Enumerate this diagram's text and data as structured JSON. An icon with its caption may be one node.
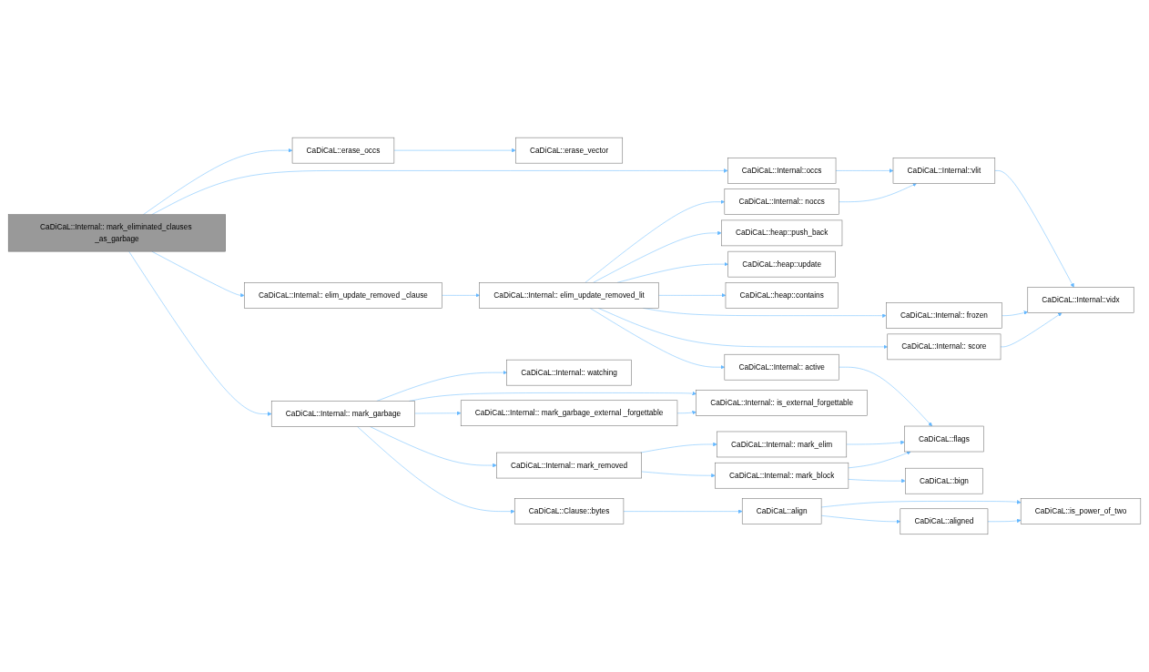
{
  "diagram": {
    "nodes": [
      {
        "text": [
          "CaDiCaL::Internal:: mark_eliminated_clauses _as_garbage"
        ]
      },
      {
        "text": [
          "CaDiCaL::Internal::occs"
        ]
      },
      {
        "text": [
          "CaDiCaL::erase_occs"
        ]
      },
      {
        "text": [
          "CaDiCaL::Internal:: elim_update_removed _clause"
        ]
      },
      {
        "text": [
          "CaDiCaL::Internal:: mark_garbage"
        ]
      },
      {
        "text": [
          "CaDiCaL::Internal::vlit"
        ]
      },
      {
        "text": [
          "CaDiCaL::erase_vector"
        ]
      },
      {
        "text": [
          "CaDiCaL::Internal:: elim_update_removed_lit"
        ]
      },
      {
        "text": [
          "CaDiCaL::Internal:: noccs"
        ]
      },
      {
        "text": [
          "CaDiCaL::heap::push_back"
        ]
      },
      {
        "text": [
          "CaDiCaL::Internal:: frozen"
        ]
      },
      {
        "text": [
          "CaDiCaL::heap::update"
        ]
      },
      {
        "text": [
          "CaDiCaL::Internal:: score"
        ]
      },
      {
        "text": [
          "CaDiCaL::heap::contains"
        ]
      },
      {
        "text": [
          "CaDiCaL::Internal:: active"
        ]
      },
      {
        "text": [
          "CaDiCaL::Internal::vidx"
        ]
      },
      {
        "text": [
          "CaDiCaL::flags"
        ]
      },
      {
        "text": [
          "CaDiCaL::Internal:: mark_removed"
        ]
      },
      {
        "text": [
          "CaDiCaL::Internal:: watching"
        ]
      },
      {
        "text": [
          "CaDiCaL::Internal:: mark_elim"
        ]
      },
      {
        "text": [
          "CaDiCaL::Internal:: mark_block"
        ]
      },
      {
        "text": [
          "CaDiCaL::bign"
        ]
      },
      {
        "text": [
          "CaDiCaL::Internal:: is_external_forgettable"
        ]
      },
      {
        "text": [
          "CaDiCaL::Internal:: mark_garbage_external _forgettable"
        ]
      },
      {
        "text": [
          "CaDiCaL::Clause::bytes"
        ]
      },
      {
        "text": [
          "CaDiCaL::align"
        ]
      },
      {
        "text": [
          "CaDiCaL::aligned"
        ]
      },
      {
        "text": [
          "CaDiCaL::is_power_of_two"
        ]
      }
    ],
    "edges": [
      {
        "from": 0,
        "to": 1,
        "arrow": "to"
      },
      {
        "from": 0,
        "to": 2,
        "arrow": "to"
      },
      {
        "from": 0,
        "to": 3,
        "arrow": "to"
      },
      {
        "from": 0,
        "to": 4,
        "arrow": "to"
      },
      {
        "from": 1,
        "to": 5,
        "arrow": "to"
      },
      {
        "from": 2,
        "to": 6,
        "arrow": "to"
      },
      {
        "from": 3,
        "to": 7,
        "arrow": "to"
      },
      {
        "from": 7,
        "to": 8,
        "arrow": "to"
      },
      {
        "from": 7,
        "to": 9,
        "arrow": "to"
      },
      {
        "from": 7,
        "to": 10,
        "arrow": "to"
      },
      {
        "from": 7,
        "to": 11,
        "arrow": "to"
      },
      {
        "from": 7,
        "to": 12,
        "arrow": "to"
      },
      {
        "from": 7,
        "to": 13,
        "arrow": "to"
      },
      {
        "from": 7,
        "to": 14,
        "arrow": "to"
      },
      {
        "from": 8,
        "to": 5,
        "arrow": "to"
      },
      {
        "from": 5,
        "to": 15,
        "arrow": "to"
      },
      {
        "from": 10,
        "to": 15,
        "arrow": "to"
      },
      {
        "from": 12,
        "to": 15,
        "arrow": "to"
      },
      {
        "from": 14,
        "to": 16,
        "arrow": "to"
      },
      {
        "from": 4,
        "to": 17,
        "arrow": "to"
      },
      {
        "from": 4,
        "to": 18,
        "arrow": "to"
      },
      {
        "from": 4,
        "to": 22,
        "arrow": "to"
      },
      {
        "from": 4,
        "to": 23,
        "arrow": "to"
      },
      {
        "from": 4,
        "to": 24,
        "arrow": "to"
      },
      {
        "from": 17,
        "to": 19,
        "arrow": "to"
      },
      {
        "from": 17,
        "to": 20,
        "arrow": "to"
      },
      {
        "from": 19,
        "to": 16,
        "arrow": "to"
      },
      {
        "from": 20,
        "to": 16,
        "arrow": "to"
      },
      {
        "from": 20,
        "to": 21,
        "arrow": "to"
      },
      {
        "from": 23,
        "to": 22,
        "arrow": "to"
      },
      {
        "from": 24,
        "to": 25,
        "arrow": "to"
      },
      {
        "from": 25,
        "to": 27,
        "arrow": "to"
      },
      {
        "from": 25,
        "to": 26,
        "arrow": "to"
      },
      {
        "from": 26,
        "to": 27,
        "arrow": "to"
      }
    ]
  }
}
